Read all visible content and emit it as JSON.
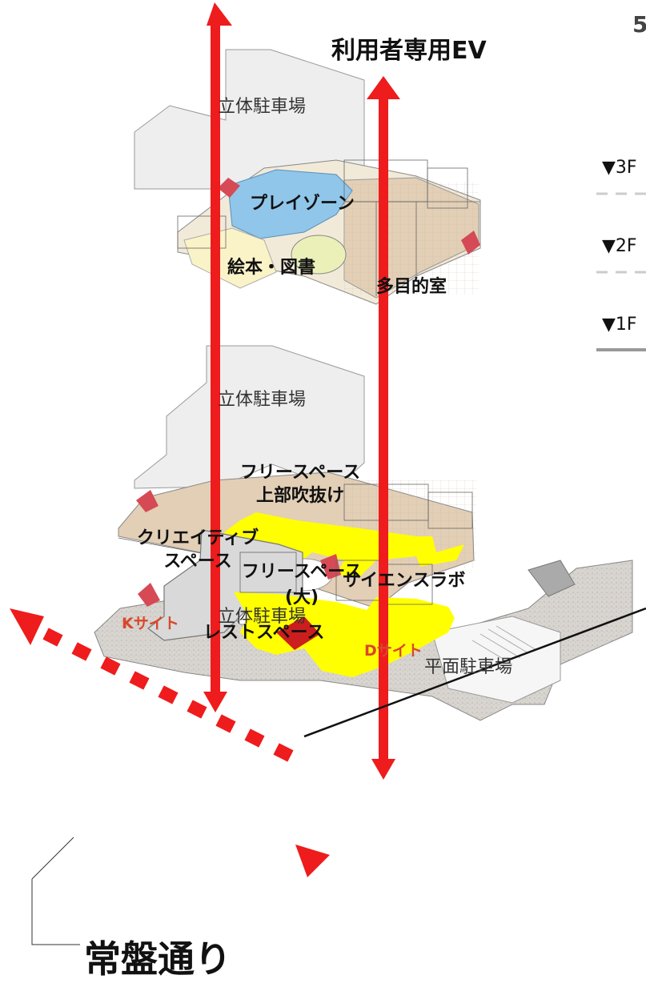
{
  "title": "利用者専用EV",
  "edge_char": "5",
  "floors": [
    "▼3F",
    "▼2F",
    "▼1F"
  ],
  "level3": {
    "parking": "立体駐車場",
    "play_zone": "プレイゾーン",
    "picture_books": "絵本・図書",
    "multipurpose": "多目的室"
  },
  "level2": {
    "parking": "立体駐車場",
    "free_space_void": [
      "フリースペース",
      "上部吹抜け"
    ],
    "creative_space": [
      "クリエイティブ",
      "スペース"
    ],
    "science_lab": "サイエンスラボ"
  },
  "level1": {
    "parking": "立体駐車場",
    "free_space_large": [
      "フリースペース",
      "(大)"
    ],
    "rest_space": "レストスペース",
    "k_site": "Kサイト",
    "d_site": "Dサイト",
    "flat_parking": "平面駐車場"
  },
  "street": "常盤通り",
  "colors": {
    "arrow": "#ee1c1c",
    "highlight": "#ffff00",
    "floor_tan": "#e2cfb6",
    "water": "#8fc6ea",
    "slab": "#ececec",
    "accent_text": "#d9472b"
  }
}
